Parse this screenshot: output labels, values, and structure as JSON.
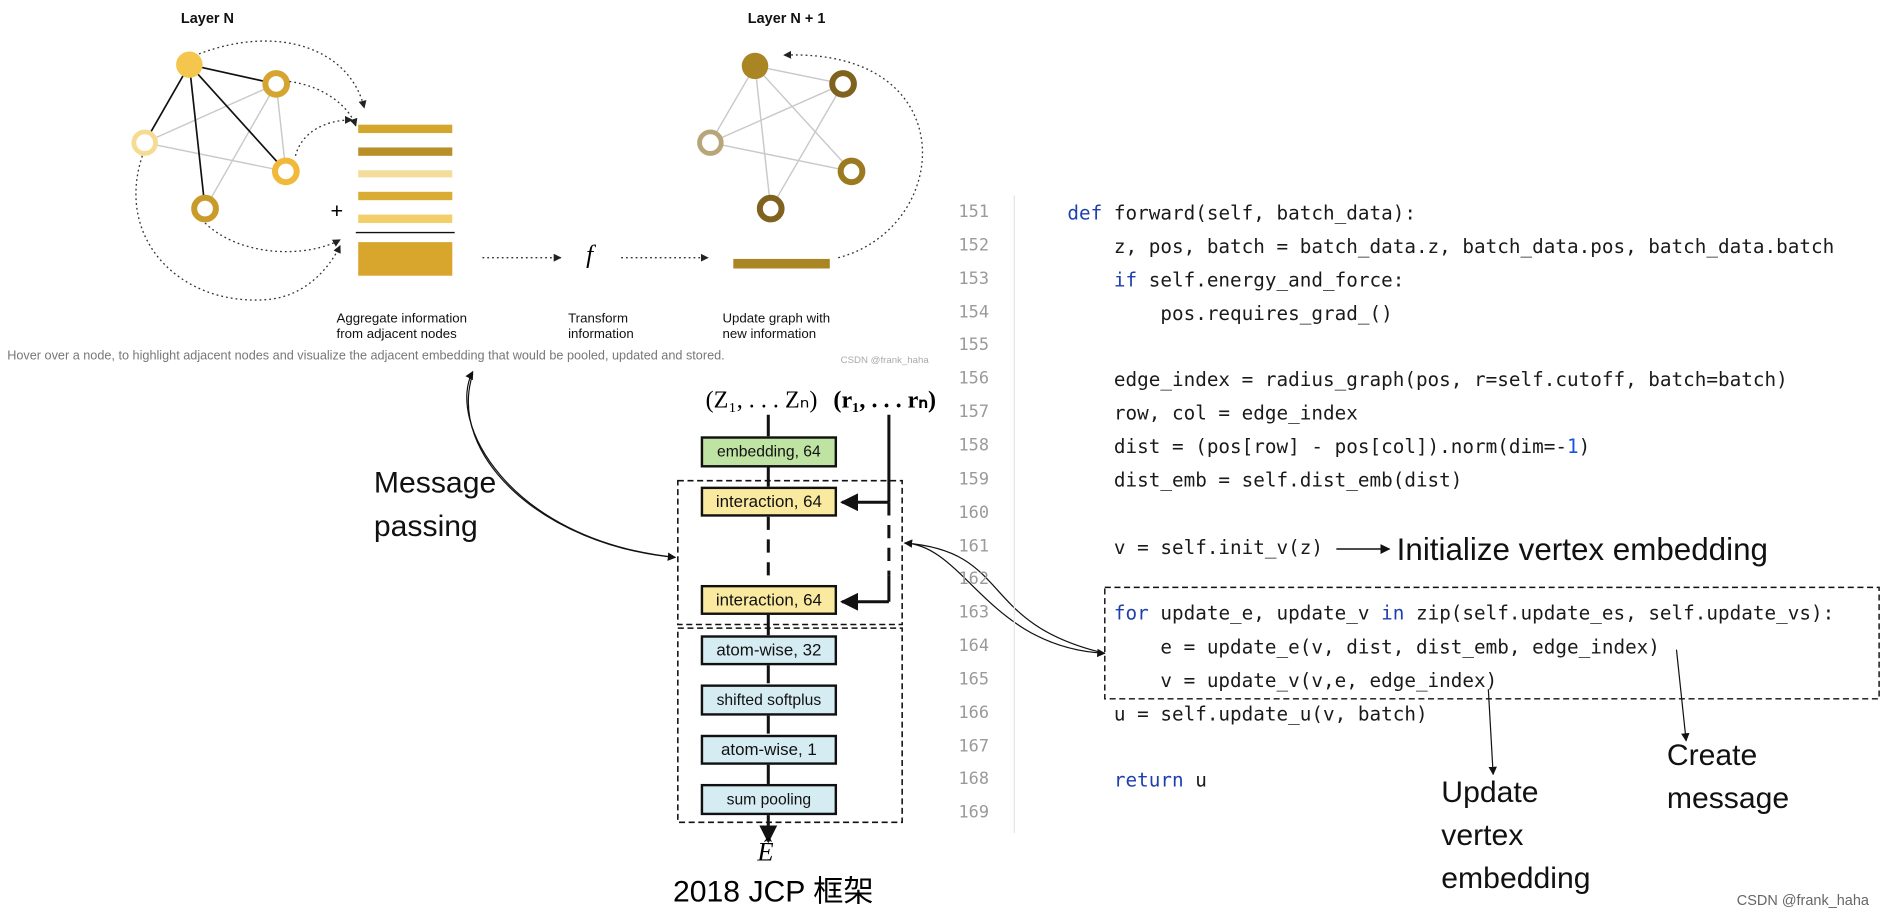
{
  "diagram": {
    "layer_n_title": "Layer N",
    "layer_n1_title": "Layer N + 1",
    "f_symbol": "f",
    "plus_symbol": "+",
    "step_labels": [
      {
        "line1": "Aggregate information",
        "line2": "from adjacent nodes"
      },
      {
        "line1": "Transform",
        "line2": "information"
      },
      {
        "line1": "Update graph with",
        "line2": "new information"
      }
    ],
    "caption": "Hover over a node, to highlight adjacent nodes and visualize the adjacent embedding that would be pooled, updated and stored.",
    "caption_credit": "CSDN @frank_haha",
    "node_colors": {
      "bright": "#f5c64e",
      "pale": "#f6dc93",
      "mid": "#d6a431",
      "dark": "#a98524",
      "grey": "#b8a67a"
    }
  },
  "schnet": {
    "input_z": "(Z₁, . . . Zₙ)",
    "input_r": "(r₁, . . . rₙ)",
    "blocks": {
      "embedding": "embedding, 64",
      "interaction_1": "interaction, 64",
      "interaction_2": "interaction, 64",
      "atomwise_32": "atom-wise, 32",
      "softplus": "shifted softplus",
      "atomwise_1": "atom-wise, 1",
      "sum_pooling": "sum pooling"
    },
    "output_symbol": "Ê",
    "framework_label": "2018 JCP 框架",
    "colors": {
      "embedding": "#bfe3a3",
      "interaction": "#faeaa0",
      "readout": "#d5ecf3"
    }
  },
  "annotations": {
    "message_passing_line1": "Message",
    "message_passing_line2": "passing",
    "initialize": "Initialize vertex embedding",
    "update_vertex_line1": "Update",
    "update_vertex_line2": "vertex",
    "update_vertex_line3": "embedding",
    "create_message_line1": "Create",
    "create_message_line2": "message"
  },
  "code": {
    "line_numbers": [
      "151",
      "152",
      "153",
      "154",
      "155",
      "156",
      "157",
      "158",
      "159",
      "160",
      "161",
      "162",
      "163",
      "164",
      "165",
      "166",
      "167",
      "168",
      "169"
    ],
    "lines": [
      {
        "kw": "def",
        "rest": " forward(self, batch_data):"
      },
      {
        "text": "    z, pos, batch = batch_data.z, batch_data.pos, batch_data.batch"
      },
      {
        "kw1": "    ",
        "kw": "if",
        "rest": " self.energy_and_force:"
      },
      {
        "text": "        pos.requires_grad_()"
      },
      {
        "text": ""
      },
      {
        "text": "    edge_index = radius_graph(pos, r=self.cutoff, batch=batch)"
      },
      {
        "text": "    row, col = edge_index"
      },
      {
        "pre": "    dist = (pos[row] - pos[col]).norm(dim=-",
        "num": "1",
        "post": ")"
      },
      {
        "text": "    dist_emb = self.dist_emb(dist)"
      },
      {
        "text": ""
      },
      {
        "text": "    v = self.init_v(z)"
      },
      {
        "text": ""
      },
      {
        "for_kw": "for",
        "mid": " update_e, update_v ",
        "in_kw": "in",
        "rest": " zip(self.update_es, self.update_vs):"
      },
      {
        "text": "        e = update_e(v, dist, dist_emb, edge_index)"
      },
      {
        "text": "        v = update_v(v,e, edge_index)"
      },
      {
        "text": "    u = self.update_u(v, batch)"
      },
      {
        "text": ""
      },
      {
        "ret_kw": "return",
        "rest": " u"
      },
      {
        "text": ""
      }
    ]
  },
  "footer": {
    "credit": "CSDN @frank_haha"
  }
}
